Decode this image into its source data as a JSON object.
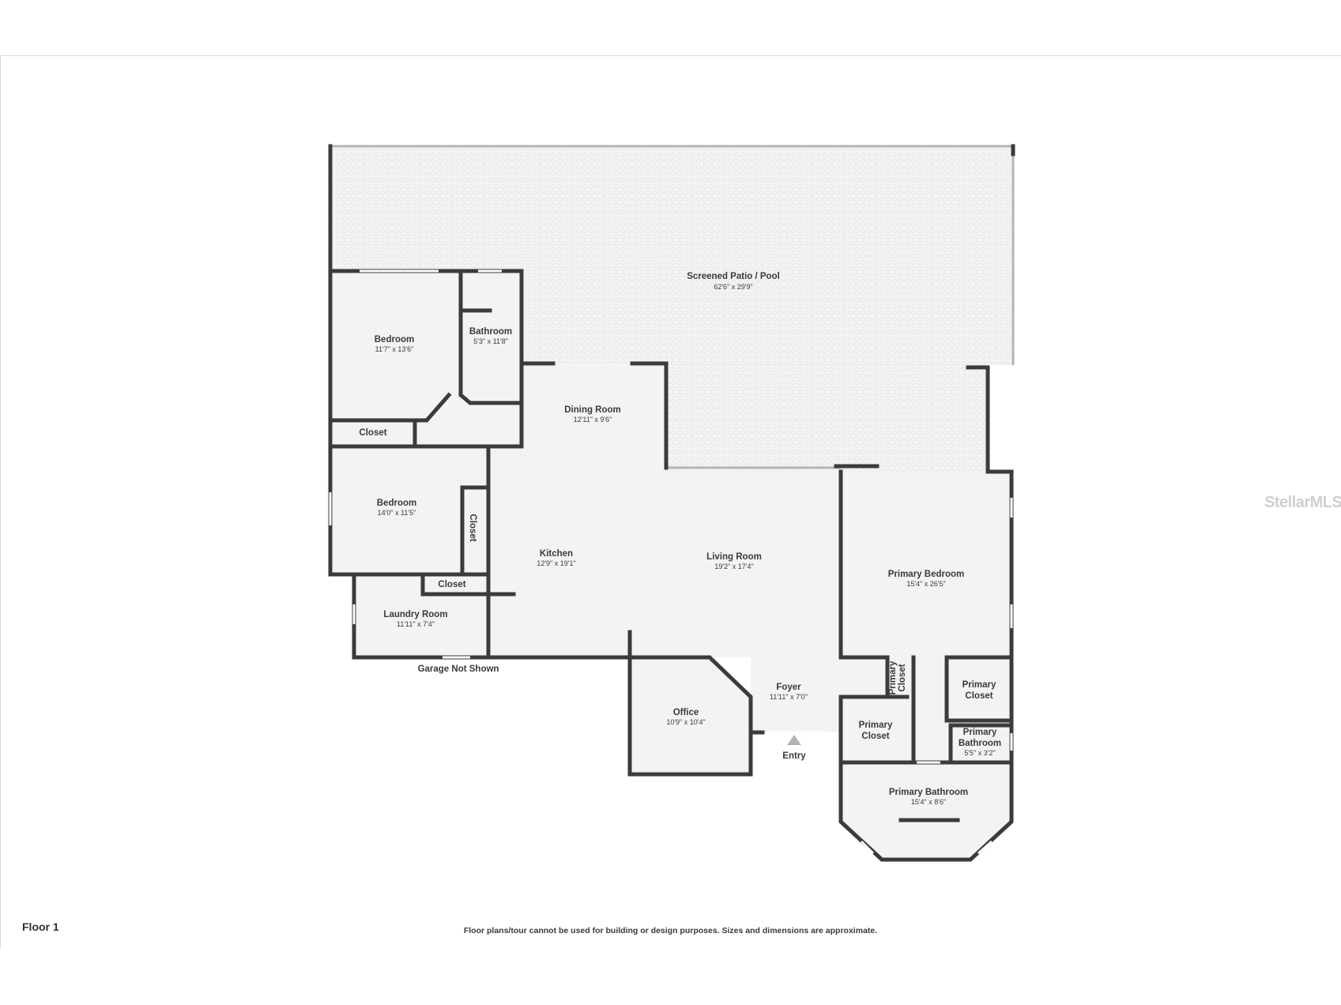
{
  "floor_label": "Floor 1",
  "disclaimer": "Floor plans/tour cannot be used for building or design purposes. Sizes and dimensions are approximate.",
  "watermark": "StellarMLS",
  "rooms": {
    "patio": {
      "name": "Screened Patio / Pool",
      "dim": "62'6\" x 29'9\""
    },
    "bedroom1": {
      "name": "Bedroom",
      "dim": "11'7\" x 13'6\""
    },
    "bathroom": {
      "name": "Bathroom",
      "dim": "5'3\" x 11'8\""
    },
    "closet_b1": {
      "name": "Closet"
    },
    "dining": {
      "name": "Dining Room",
      "dim": "12'11\" x 9'6\""
    },
    "bedroom2": {
      "name": "Bedroom",
      "dim": "14'0\" x 11'5\""
    },
    "closet_b2": {
      "name": "Closet"
    },
    "kitchen": {
      "name": "Kitchen",
      "dim": "12'9\" x 19'1\""
    },
    "living": {
      "name": "Living Room",
      "dim": "19'2\" x 17'4\""
    },
    "primary_bed": {
      "name": "Primary Bedroom",
      "dim": "15'4\" x 26'5\""
    },
    "closet_l": {
      "name": "Closet"
    },
    "laundry": {
      "name": "Laundry Room",
      "dim": "11'11\" x 7'4\""
    },
    "garage_note": {
      "name": "Garage Not Shown"
    },
    "foyer": {
      "name": "Foyer",
      "dim": "11'11\" x 7'0\""
    },
    "office": {
      "name": "Office",
      "dim": "10'9\" x 10'4\""
    },
    "entry": {
      "name": "Entry"
    },
    "p_closet_small": {
      "line1": "Primary",
      "line2": "Closet"
    },
    "p_closet_right": {
      "line1": "Primary",
      "line2": "Closet"
    },
    "p_closet_left": {
      "line1": "Primary",
      "line2": "Closet"
    },
    "p_bath_small": {
      "line1": "Primary",
      "line2": "Bathroom",
      "dim": "5'5\" x 3'2\""
    },
    "p_bath": {
      "name": "Primary Bathroom",
      "dim": "15'4\" x 8'6\""
    }
  }
}
